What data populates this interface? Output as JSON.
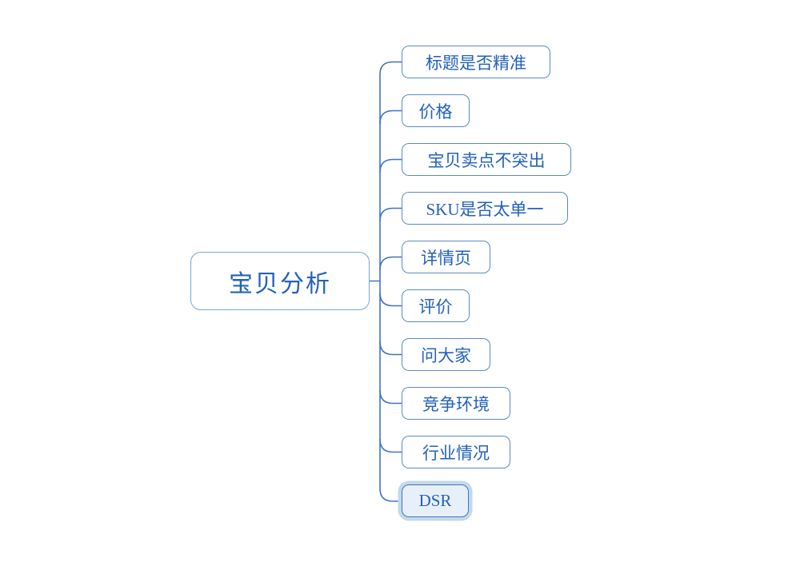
{
  "mindmap": {
    "root": {
      "label": "宝贝分析"
    },
    "children": [
      {
        "label": "标题是否精准",
        "selected": false
      },
      {
        "label": "价格",
        "selected": false
      },
      {
        "label": "宝贝卖点不突出",
        "selected": false
      },
      {
        "label": "SKU是否太单一",
        "selected": false
      },
      {
        "label": "详情页",
        "selected": false
      },
      {
        "label": "评价",
        "selected": false
      },
      {
        "label": "问大家",
        "selected": false
      },
      {
        "label": "竞争环境",
        "selected": false
      },
      {
        "label": "行业情况",
        "selected": false
      },
      {
        "label": "DSR",
        "selected": true
      }
    ],
    "colors": {
      "node_border": "#5b8ac6",
      "root_border": "#7aa2d8",
      "connector": "#3f74c6",
      "text": "#2361bb",
      "selected_fill": "#e7f0f8",
      "selected_halo": "#c3d9ec",
      "background": "#ffffff"
    }
  }
}
